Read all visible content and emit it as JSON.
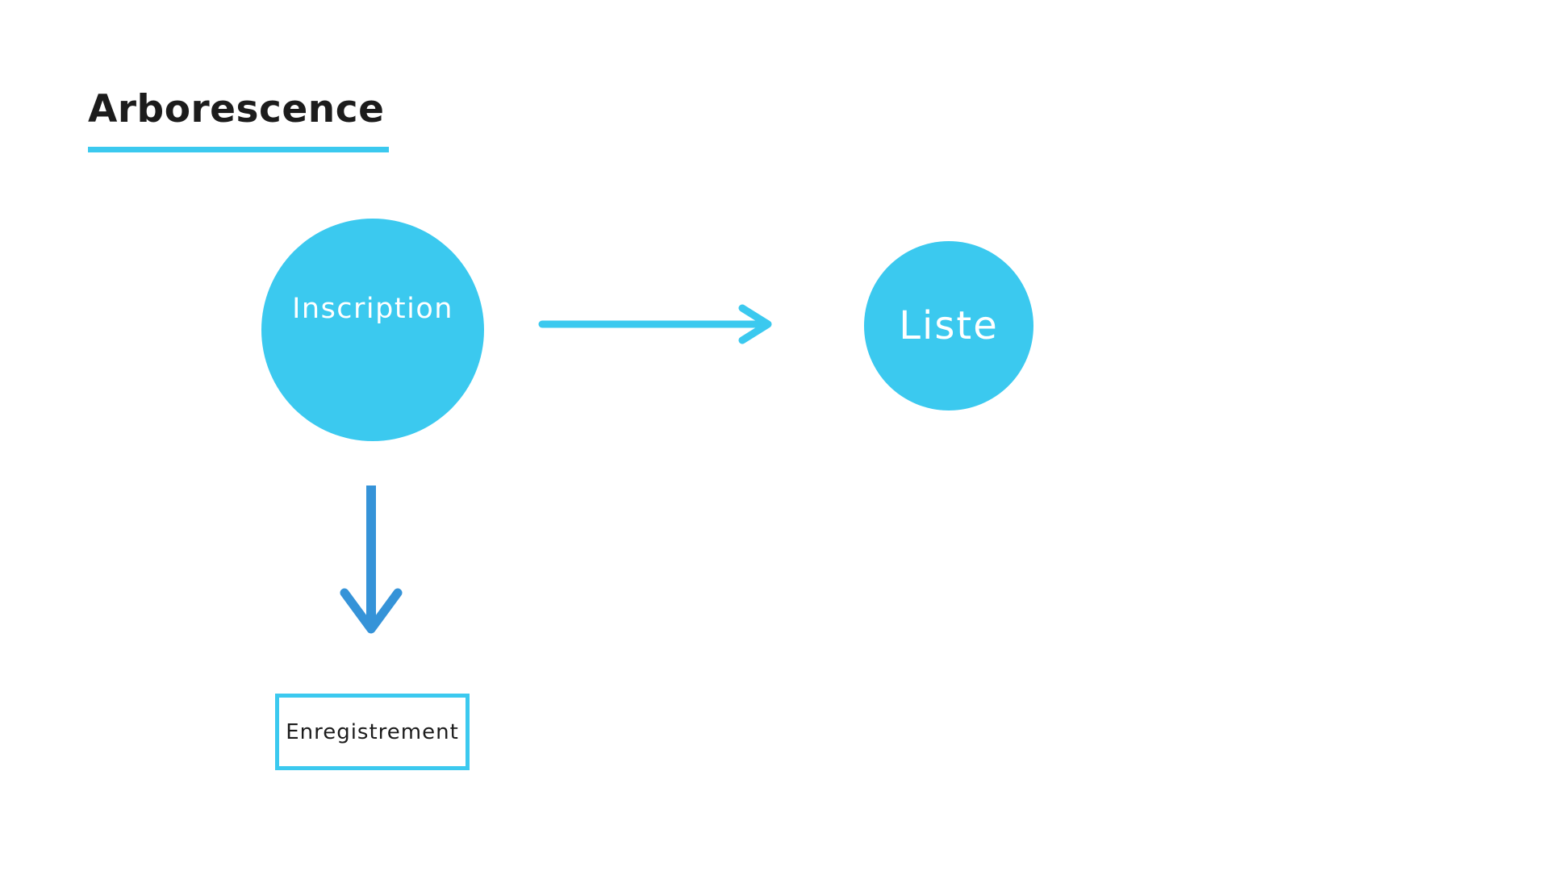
{
  "title": "Arborescence",
  "nodes": {
    "inscription": "Inscription",
    "liste": "Liste",
    "enregistrement": "Enregistrement"
  },
  "edges": [
    {
      "from": "Inscription",
      "to": "Liste"
    },
    {
      "from": "Inscription",
      "to": "Enregistrement"
    }
  ],
  "colors": {
    "accent": "#3bc9ef",
    "arrow_down": "#3593d8",
    "title_text": "#1c1c1c",
    "background": "#ffffff"
  }
}
